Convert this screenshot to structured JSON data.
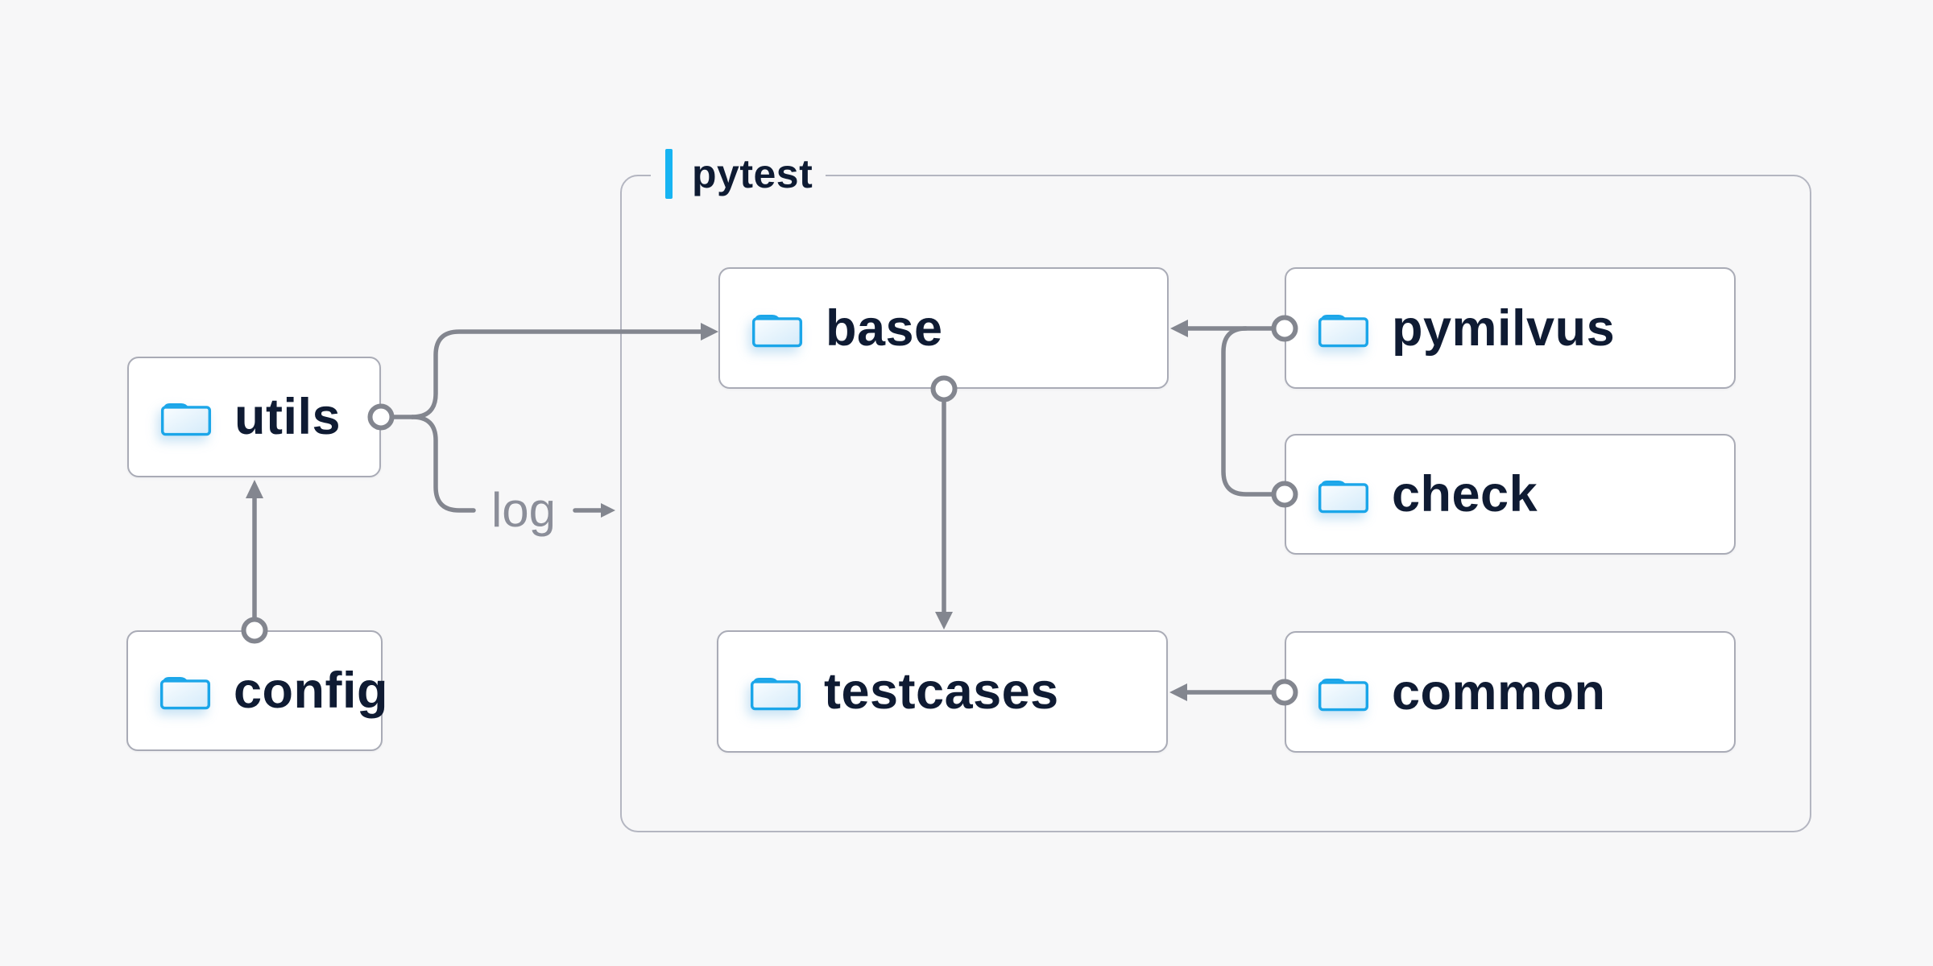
{
  "page": {
    "background": "#f7f7f8",
    "kind": "folder architecture diagram"
  },
  "group": {
    "label": "pytest"
  },
  "nodes": [
    {
      "id": "utils",
      "label": "utils",
      "icon": "folder-icon"
    },
    {
      "id": "config",
      "label": "config",
      "icon": "folder-icon"
    },
    {
      "id": "base",
      "label": "base",
      "icon": "folder-icon"
    },
    {
      "id": "testcases",
      "label": "testcases",
      "icon": "folder-icon"
    },
    {
      "id": "pymilvus",
      "label": "pymilvus",
      "icon": "folder-icon"
    },
    {
      "id": "check",
      "label": "check",
      "icon": "folder-icon"
    },
    {
      "id": "common",
      "label": "common",
      "icon": "folder-icon"
    }
  ],
  "edges": [
    {
      "from": "config",
      "to": "utils",
      "type": "arrow"
    },
    {
      "from": "utils",
      "to": "base",
      "type": "arrow"
    },
    {
      "from": "utils",
      "to": "pytest-group",
      "type": "arrow",
      "label": "log"
    },
    {
      "from": "base",
      "to": "testcases",
      "type": "arrow"
    },
    {
      "from": "pymilvus",
      "to": "base",
      "type": "arrow"
    },
    {
      "from": "check",
      "to": "base",
      "type": "arrow"
    },
    {
      "from": "common",
      "to": "testcases",
      "type": "arrow"
    }
  ],
  "log_label": "log",
  "colors": {
    "background": "#f7f7f8",
    "accent_cyan": "#17b4f2",
    "folder_blue": "#1ba6e9",
    "connector_line": "#83868f",
    "box_border": "#a9abb6",
    "group_border": "#b4b6c1",
    "node_text": "#0f1b33",
    "muted_text": "#8b8e99",
    "box_fill": "#ffffff"
  }
}
